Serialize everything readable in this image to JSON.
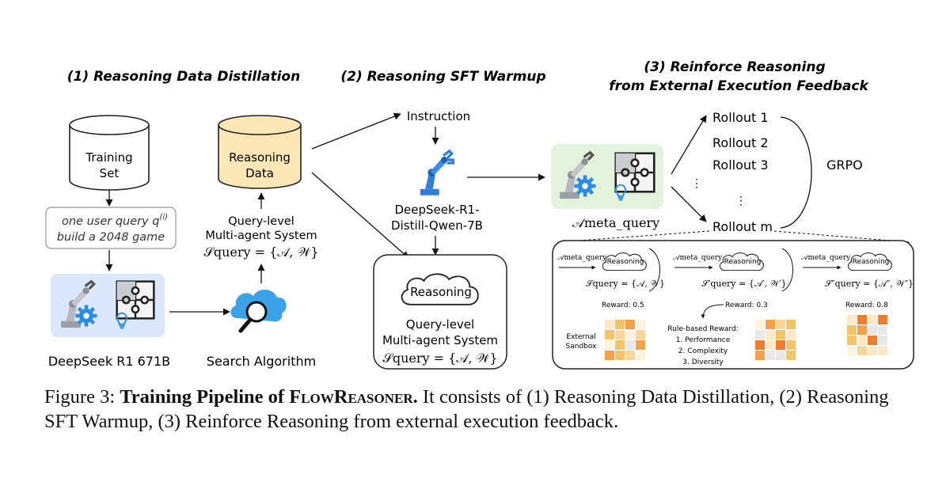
{
  "headings": {
    "stage1": "(1) Reasoning Data Distillation",
    "stage2": "(2) Reasoning SFT Warmup",
    "stage3_line1": "(3) Reinforce Reasoning",
    "stage3_line2": "from External Execution Feedback"
  },
  "stage1": {
    "training_set_line1": "Training",
    "training_set_line2": "Set",
    "query_line1": "one user query q",
    "query_sup": "(i)",
    "query_line2": "build a 2048 game",
    "model_label": "DeepSeek R1 671B",
    "reasoning_data_line1": "Reasoning",
    "reasoning_data_line2": "Data",
    "mas_line1": "Query-level",
    "mas_line2": "Multi-agent System",
    "mas_formula": "𝒮query = {𝒜, 𝒲}",
    "search_label": "Search Algorithm"
  },
  "stage2": {
    "instruction": "Instruction",
    "model_line1": "DeepSeek-R1-",
    "model_line2": "Distill-Qwen-7B",
    "cloud_label": "Reasoning",
    "mas_line1": "Query-level",
    "mas_line2": "Multi-agent System",
    "mas_formula": "𝒮query = {𝒜, 𝒲}"
  },
  "stage3": {
    "meta_label": "𝒜meta_query",
    "rollouts": [
      "Rollout 1",
      "Rollout 2",
      "Rollout 3",
      "Rollout m"
    ],
    "vdots": "⋮",
    "grpo": "GRPO",
    "panel": {
      "steps": [
        {
          "agent": "𝒜meta_query",
          "cloud": "Reasoning",
          "formula": "𝒮query = {𝒜, 𝒲}",
          "reward": "Reward: 0.5"
        },
        {
          "agent": "𝒜meta_query",
          "cloud": "Reasoning",
          "formula": "𝒮′query = {𝒜′, 𝒲′}",
          "reward": "Reward: 0.3"
        },
        {
          "agent": "𝒜meta_query",
          "cloud": "Reasoning",
          "formula": "𝒮″query = {𝒜″, 𝒲″}",
          "reward": "Reward: 0.8"
        }
      ],
      "sandbox_line1": "External",
      "sandbox_line2": "Sandbox",
      "rule_title": "Rule-based Reward:",
      "rule_items": [
        "1. Performance",
        "2. Complexity",
        "3. Diversity"
      ]
    }
  },
  "caption": {
    "prefix": "Figure 3: ",
    "bold": "Training Pipeline of ",
    "name": "FlowReasoner.",
    "rest": " It consists of (1) Reasoning Data Distillation, (2) Reasoning SFT Warmup, (3) Reinforce Reasoning from external execution feedback."
  },
  "colors": {
    "reasoning_data_fill": "#fbe7b5",
    "agent_panel_fill": "#dbe7fa",
    "meta_panel_fill": "#e3f2da",
    "robot_blue": "#2f7ed8",
    "gear_blue": "#2b8be6",
    "grid_orange": "#f5a04a"
  }
}
